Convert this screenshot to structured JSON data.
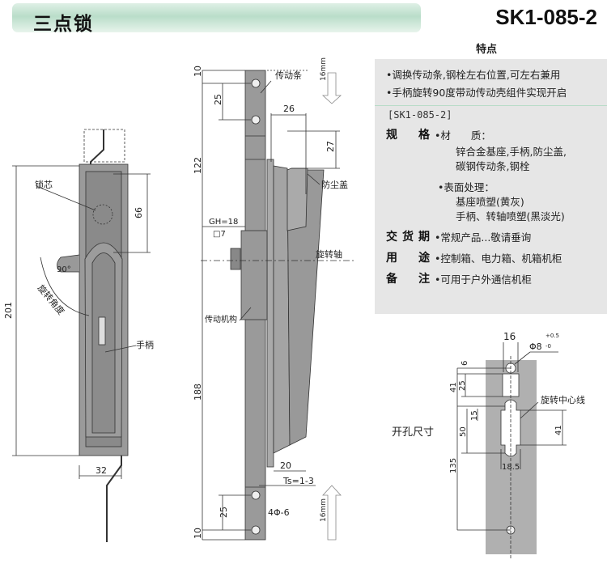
{
  "header": {
    "title": "三点锁",
    "model": "SK1-085-2"
  },
  "features": {
    "heading": "特点",
    "items": [
      "•调换传动条,钢栓左右位置,可左右兼用",
      "•手柄旋转90度带动传动壳组件实现开启"
    ]
  },
  "specs": {
    "code": "[SK1-085-2]",
    "rows": [
      {
        "label": "规格",
        "lines": [
          "•材　　质：",
          "锌合金基座,手柄,防尘盖,",
          "碳钢传动条,钢栓",
          "•表面处理：",
          "基座喷塑(黄灰)",
          "手柄、转轴喷塑(黑淡光)"
        ]
      },
      {
        "label": "交货期",
        "lines": [
          "•常规产品...敬请垂询"
        ]
      },
      {
        "label": "用途",
        "lines": [
          "•控制箱、电力箱、机箱机柜"
        ]
      },
      {
        "label": "备注",
        "lines": [
          "•可用于户外通信机柜"
        ]
      }
    ]
  },
  "front_view": {
    "labels": {
      "core": "锁芯",
      "angle": "90°",
      "angle_text": "旋转角度",
      "handle": "手柄"
    },
    "dims": {
      "height": "201",
      "core_offset": "66",
      "width": "32"
    }
  },
  "side_view": {
    "labels": {
      "bar": "传动条",
      "cover": "防尘盖",
      "shaft": "旋转轴",
      "mechanism": "传动机构",
      "stroke_top": "16mm",
      "stroke_bottom": "16mm"
    },
    "dims": {
      "top_gap": "10",
      "hole_pitch_top": "25",
      "upper": "122",
      "cover_w": "26",
      "cover_h": "27",
      "gh": "GH=18",
      "square": "□7",
      "lower": "188",
      "depth": "20",
      "ts": "Ts=1-3",
      "hole_pitch_bottom": "25",
      "holes": "4Φ-6",
      "bottom_gap": "10"
    }
  },
  "cutout": {
    "title": "开孔尺寸",
    "center_line": "旋转中心线",
    "dims": {
      "w": "16",
      "hole": "Φ8",
      "tol_plus": "+0.5",
      "tol_minus": "-0",
      "d6": "6",
      "d25": "25",
      "d41a": "41",
      "d15": "15",
      "d50": "50",
      "d41b": "41",
      "w185": "18.5",
      "d135": "135"
    }
  }
}
